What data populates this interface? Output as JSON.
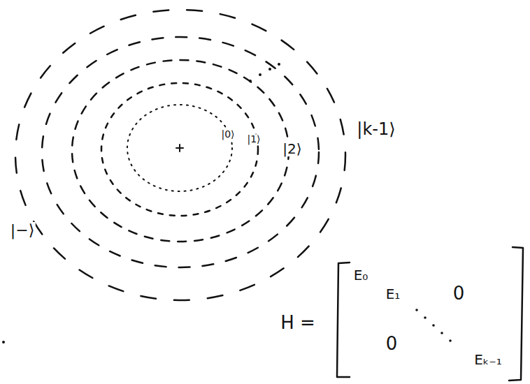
{
  "diagram": {
    "labels": [
      "|0⟩",
      "|1⟩",
      "|2⟩",
      "|k-1⟩",
      "|−⟩",
      "H =",
      "E₀",
      "E₁",
      "0",
      "0",
      "Eₖ₋₁"
    ]
  }
}
